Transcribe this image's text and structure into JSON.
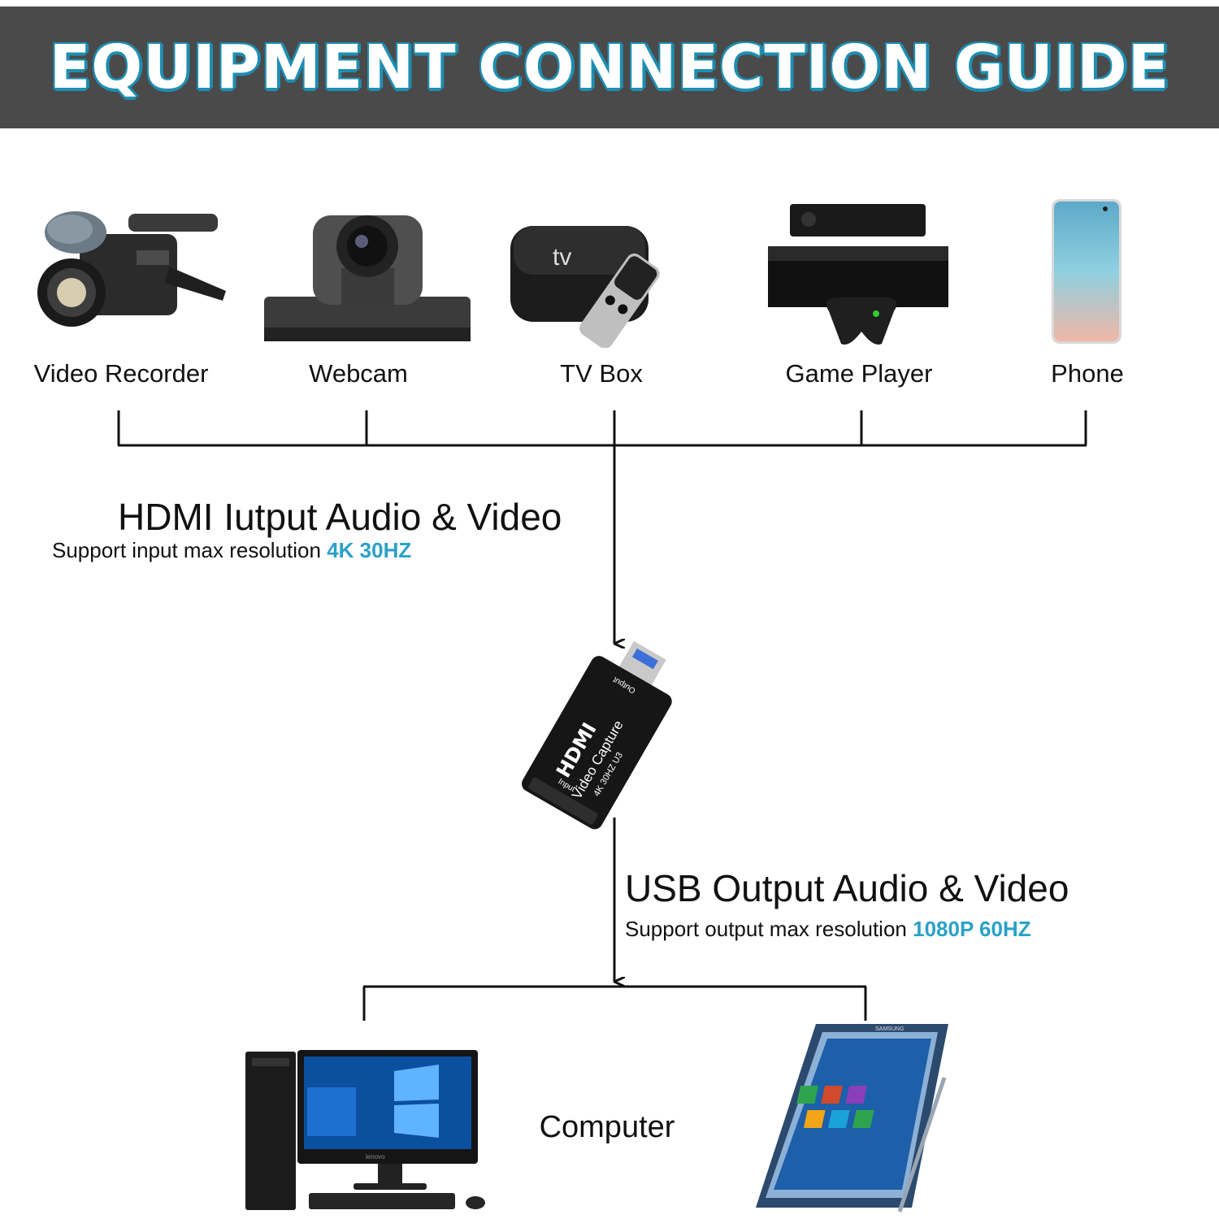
{
  "header": {
    "title": "EQUIPMENT CONNECTION GUIDE"
  },
  "sources": [
    {
      "label": "Video Recorder",
      "icon": "video-recorder-icon"
    },
    {
      "label": "Webcam",
      "icon": "ptz-webcam-icon"
    },
    {
      "label": "TV Box",
      "icon": "apple-tv-box-icon"
    },
    {
      "label": "Game Player",
      "icon": "xbox-console-icon"
    },
    {
      "label": "Phone",
      "icon": "smartphone-icon"
    }
  ],
  "input": {
    "heading": "HDMI Iutput Audio & Video",
    "support_text": "Support input max resolution",
    "support_value": "4K 30HZ"
  },
  "capture_device": {
    "icon": "hdmi-capture-dongle-icon",
    "brand": "HDMI",
    "name": "Video Capture",
    "spec": "4K 30HZ U3",
    "port_output": "Output",
    "port_input": "Input"
  },
  "output": {
    "heading": "USB Output Audio & Video",
    "support_text": "Support output max resolution",
    "support_value": "1080P 60HZ"
  },
  "destination": {
    "label": "Computer",
    "icons": [
      "desktop-pc-icon",
      "tablet-pc-icon"
    ],
    "monitor_brand": "lenovo",
    "tablet_brand": "SAMSUNG"
  },
  "colors": {
    "banner_bg": "#4a4a4a",
    "title_outline": "#1f8fb3",
    "accent": "#2aa1c7",
    "lines": "#111111"
  }
}
